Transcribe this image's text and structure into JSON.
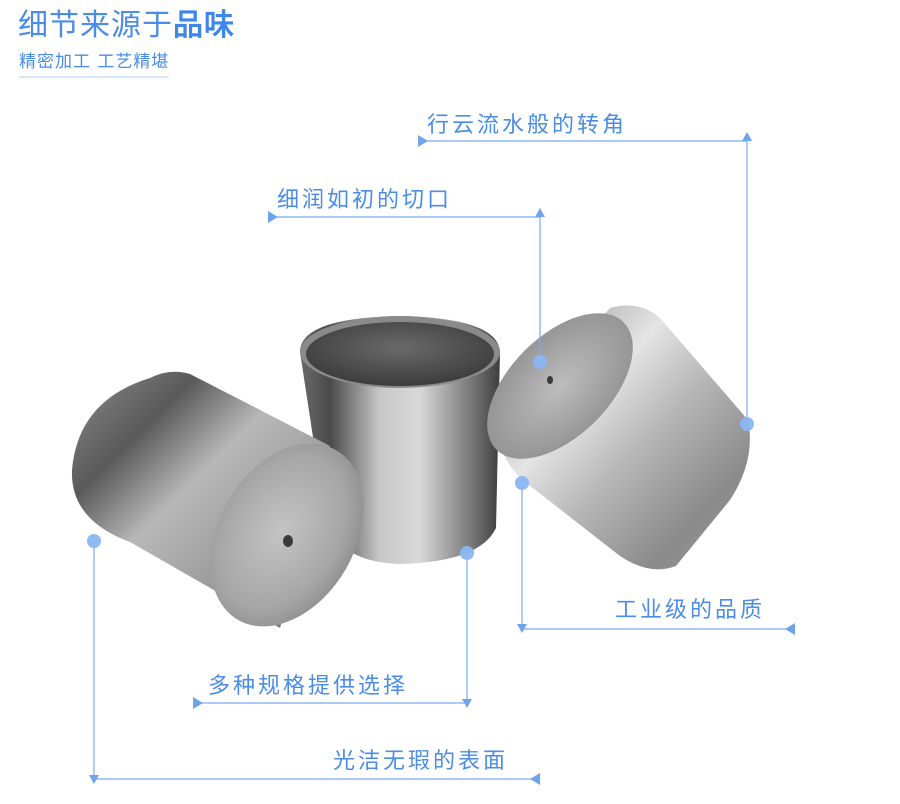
{
  "header": {
    "title_regular": "细节来源于",
    "title_bold": "品味",
    "subtitle": "精密加工  工艺精堪"
  },
  "callouts": [
    {
      "label": "行云流水般的转角"
    },
    {
      "label": "细润如初的切口"
    },
    {
      "label": "工业级的品质"
    },
    {
      "label": "多种规格提供选择"
    },
    {
      "label": "光洁无瑕的表面"
    }
  ],
  "colors": {
    "accent": "#4a8ce8",
    "line": "#7aaaf0",
    "dot": "#8ab6f3",
    "underline": "#d6e6fb"
  },
  "product": {
    "description": "three stainless steel cylindrical caps"
  }
}
